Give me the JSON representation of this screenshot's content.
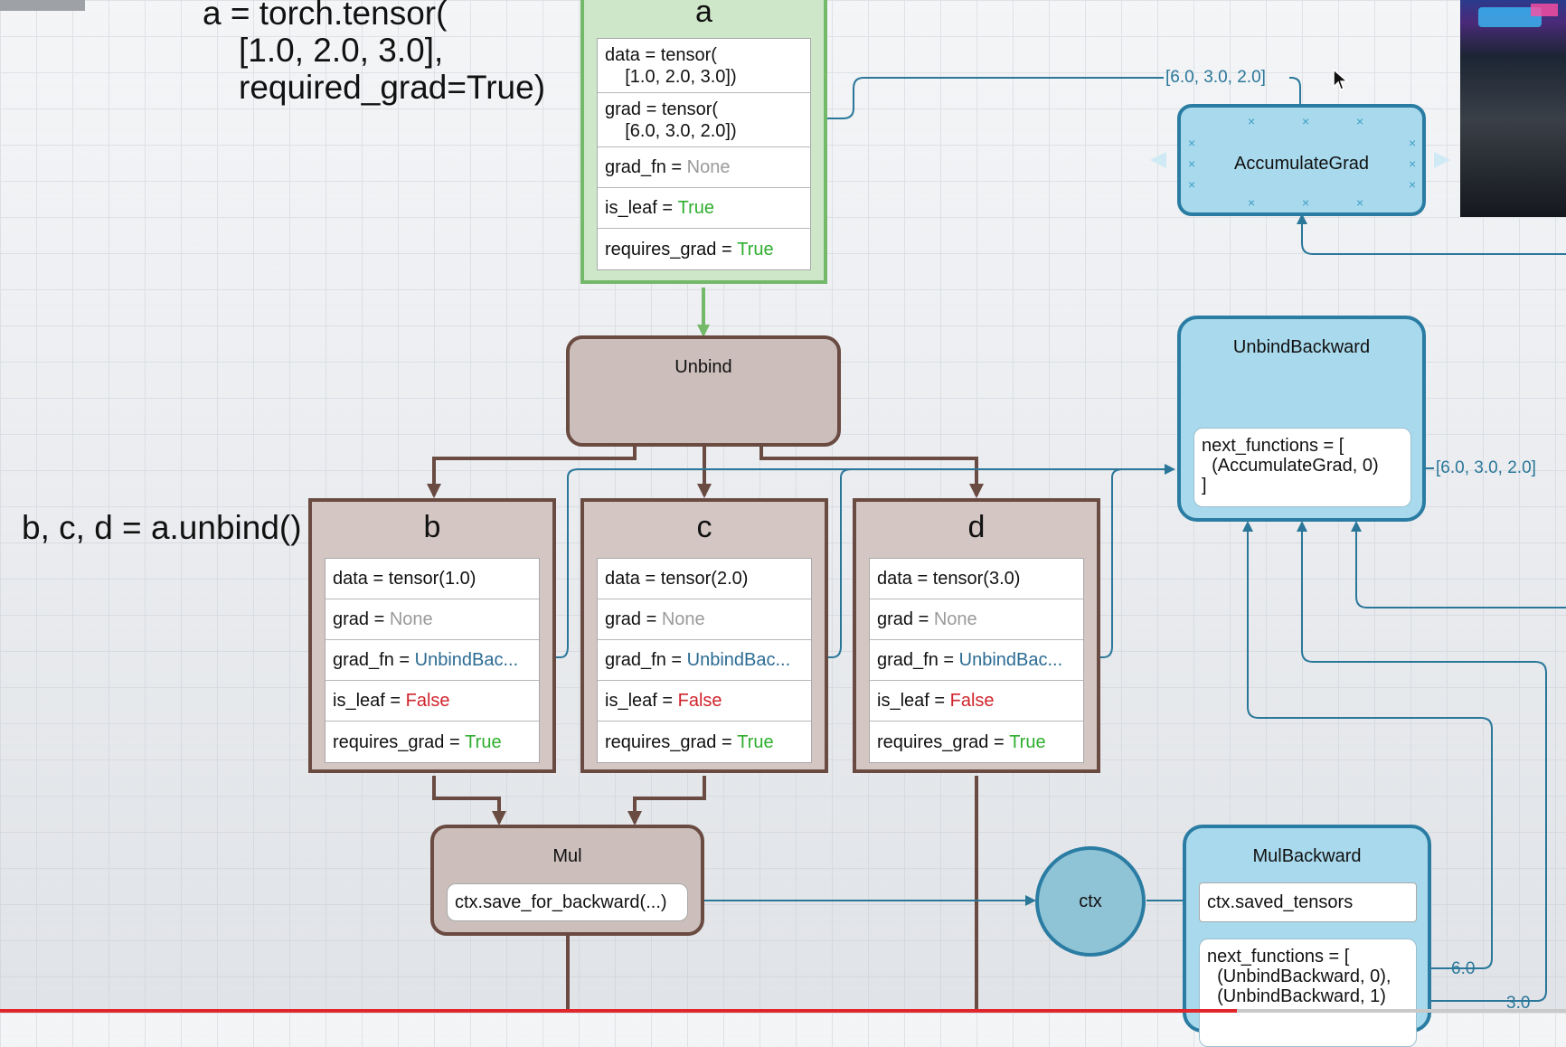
{
  "code": {
    "a_line1": "a = torch.tensor(",
    "a_line2": "[1.0, 2.0, 3.0],",
    "a_line3": "required_grad=True)",
    "unbind_line": "b, c, d = a.unbind()"
  },
  "tensor_a": {
    "name": "a",
    "data_1": "data = tensor(",
    "data_2": "    [1.0, 2.0, 3.0])",
    "grad_1": "grad = tensor(",
    "grad_2": "    [6.0, 3.0, 2.0])",
    "grad_fn_key": "grad_fn = ",
    "grad_fn_val": "None",
    "is_leaf_key": "is_leaf = ",
    "is_leaf_val": "True",
    "requires_grad_key": "requires_grad = ",
    "requires_grad_val": "True"
  },
  "tensors": [
    {
      "name": "b",
      "data": "data = tensor(1.0)",
      "grad_key": "grad = ",
      "grad_val": "None",
      "grad_fn_key": "grad_fn = ",
      "grad_fn_val": "UnbindBac...",
      "is_leaf_key": "is_leaf = ",
      "is_leaf_val": "False",
      "requires_grad_key": "requires_grad = ",
      "requires_grad_val": "True"
    },
    {
      "name": "c",
      "data": "data = tensor(2.0)",
      "grad_key": "grad = ",
      "grad_val": "None",
      "grad_fn_key": "grad_fn = ",
      "grad_fn_val": "UnbindBac...",
      "is_leaf_key": "is_leaf = ",
      "is_leaf_val": "False",
      "requires_grad_key": "requires_grad = ",
      "requires_grad_val": "True"
    },
    {
      "name": "d",
      "data": "data = tensor(3.0)",
      "grad_key": "grad = ",
      "grad_val": "None",
      "grad_fn_key": "grad_fn = ",
      "grad_fn_val": "UnbindBac...",
      "is_leaf_key": "is_leaf = ",
      "is_leaf_val": "False",
      "requires_grad_key": "requires_grad = ",
      "requires_grad_val": "True"
    }
  ],
  "ops": {
    "unbind": "Unbind",
    "mul": "Mul",
    "mul_save": "ctx.save_for_backward(...)",
    "ctx": "ctx"
  },
  "backward": {
    "accumulate": "AccumulateGrad",
    "unbind_title": "UnbindBackward",
    "unbind_next": "next_functions = [\n  (AccumulateGrad, 0)\n]",
    "mul_title": "MulBackward",
    "mul_saved": "ctx.saved_tensors",
    "mul_next": "next_functions = [\n  (UnbindBackward, 0),\n  (UnbindBackward, 1)"
  },
  "edge_labels": {
    "acc_grad": "[6.0, 3.0, 2.0]",
    "unbind_grad": "[6.0, 3.0, 2.0]",
    "mul_grad_0": "6.0",
    "mul_grad_1": "3.0"
  },
  "colors": {
    "tensor_border": "#6a4b42",
    "leaf_border": "#74b86a",
    "backward_fill": "#a8d9ec",
    "backward_border": "#2a7ca3",
    "true_color": "#2fae2f",
    "false_color": "#d0242c",
    "progress_bar": "#e0262b"
  },
  "video_progress": 0.79
}
